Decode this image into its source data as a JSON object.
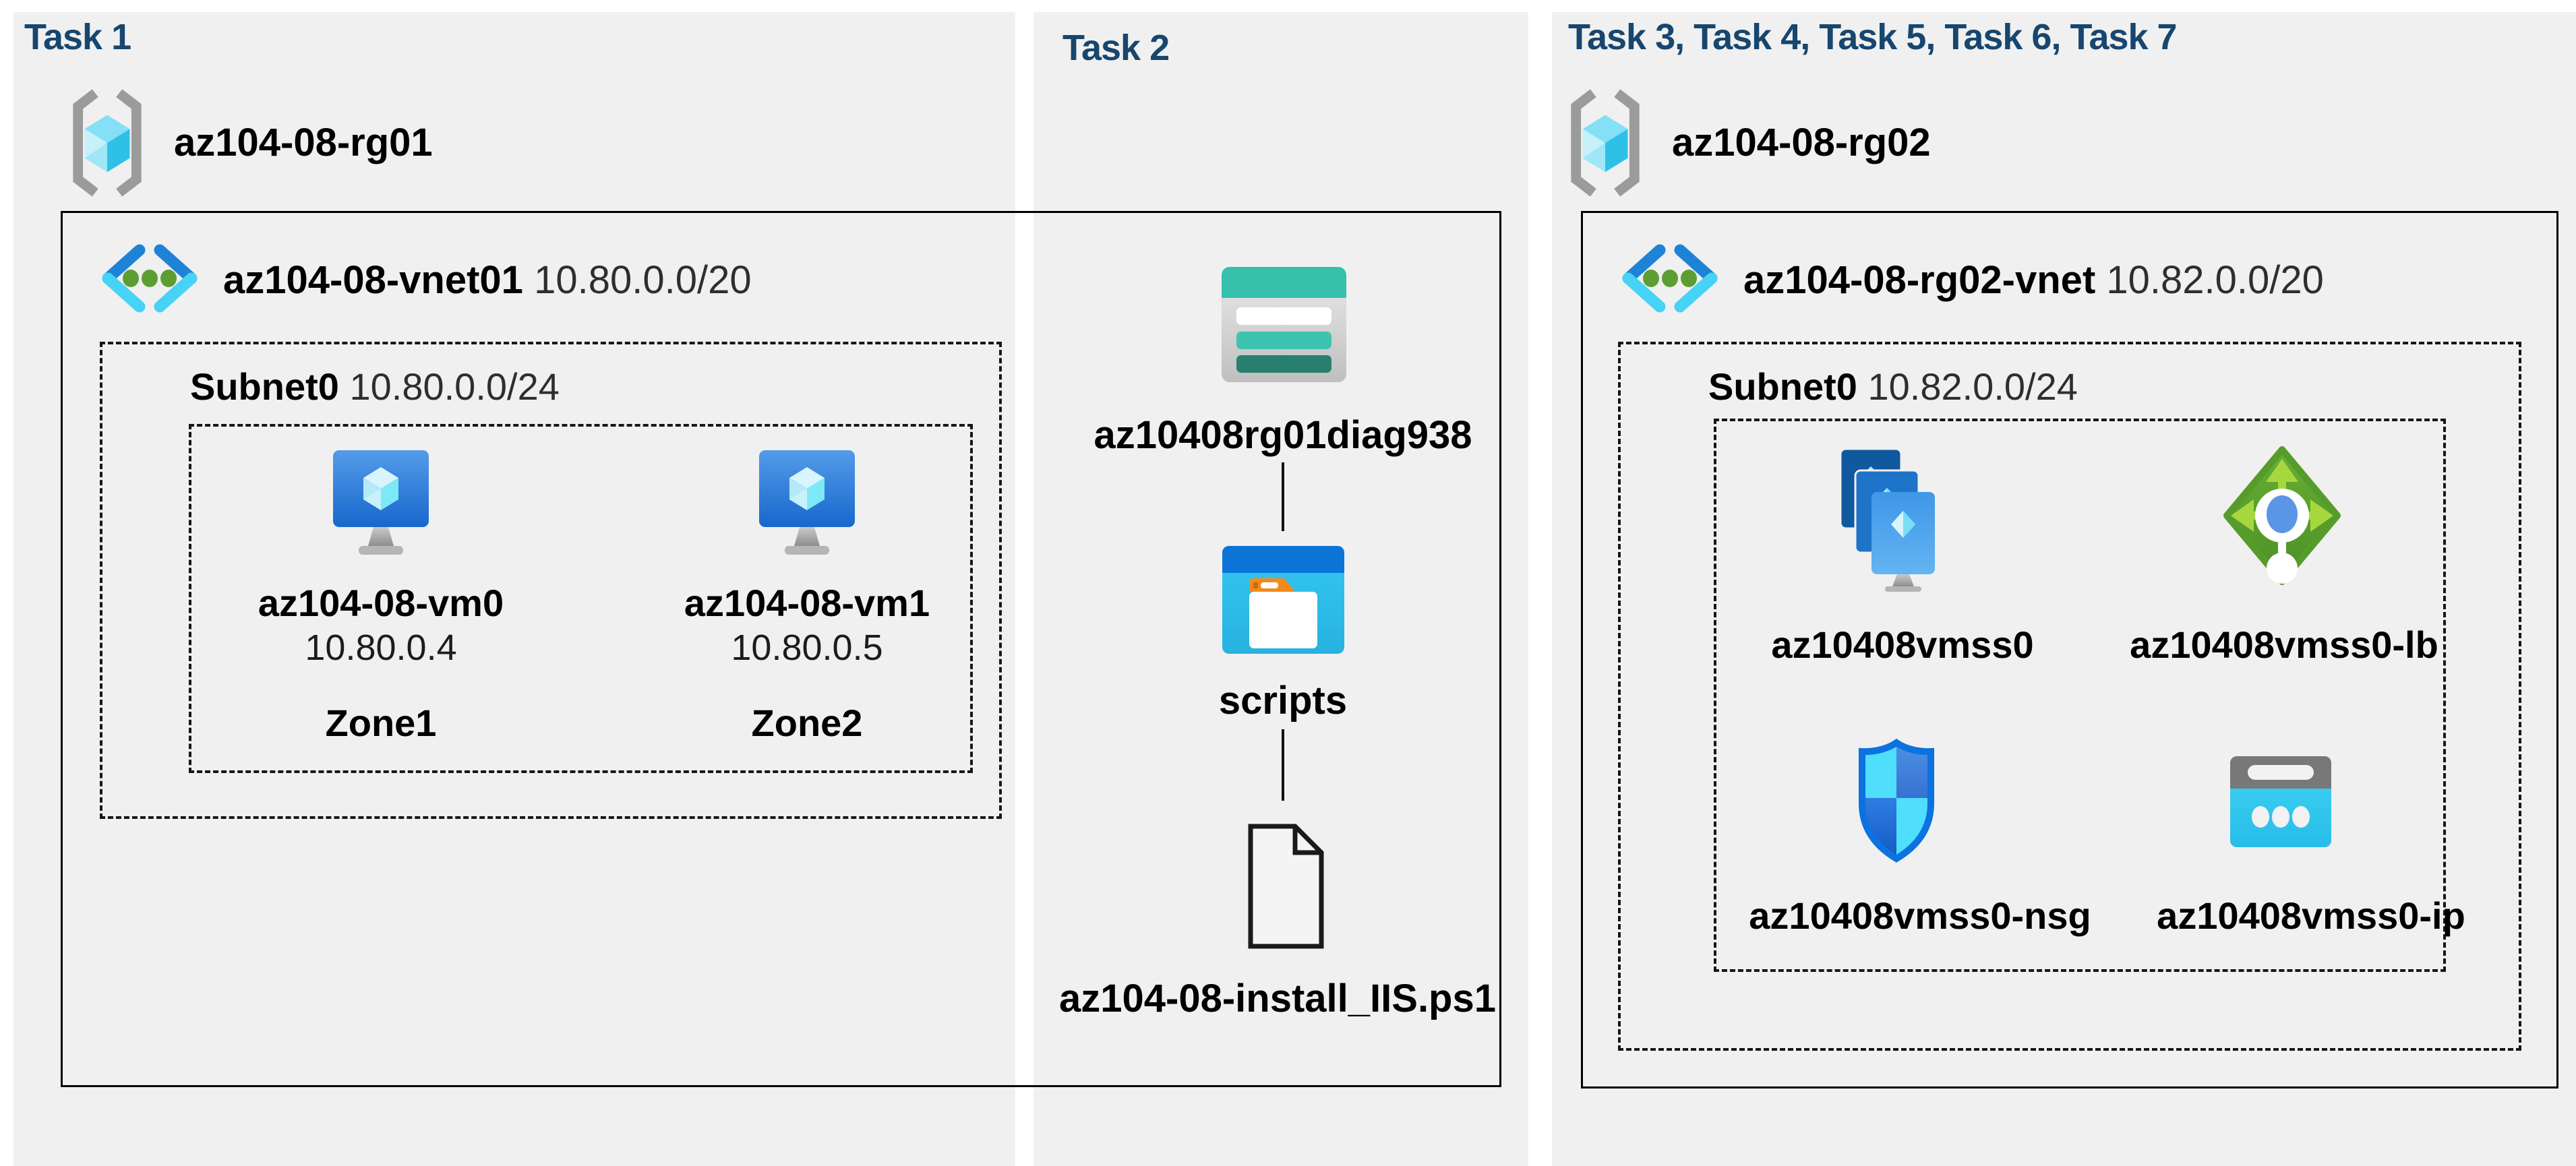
{
  "palette": {
    "background": "#ffffff",
    "panel": "#f0f0f0",
    "header_text": "#17466e",
    "diagram_text": "#000000",
    "box_border": "#000000"
  },
  "task1": {
    "header": "Task 1",
    "resource_group": {
      "name": "az104-08-rg01",
      "icon": "resource-group-icon"
    },
    "vnet": {
      "name": "az104-08-vnet01",
      "cidr": "10.80.0.0/20",
      "icon": "virtual-network-icon"
    },
    "subnet": {
      "name": "Subnet0",
      "cidr": "10.80.0.0/24"
    },
    "vms": [
      {
        "name": "az104-08-vm0",
        "ip": "10.80.0.4",
        "zone": "Zone1",
        "icon": "virtual-machine-icon"
      },
      {
        "name": "az104-08-vm1",
        "ip": "10.80.0.5",
        "zone": "Zone2",
        "icon": "virtual-machine-icon"
      }
    ]
  },
  "task2": {
    "header": "Task 2",
    "storage_account": {
      "name": "az10408rg01diag938",
      "icon": "storage-account-icon"
    },
    "container": {
      "name": "scripts",
      "icon": "blob-container-icon"
    },
    "file": {
      "name": "az104-08-install_IIS.ps1",
      "icon": "file-icon"
    }
  },
  "task3": {
    "header": "Task 3, Task 4, Task 5, Task 6, Task 7",
    "resource_group": {
      "name": "az104-08-rg02",
      "icon": "resource-group-icon"
    },
    "vnet": {
      "name": "az104-08-rg02-vnet",
      "cidr": "10.82.0.0/20",
      "icon": "virtual-network-icon"
    },
    "subnet": {
      "name": "Subnet0",
      "cidr": "10.82.0.0/24"
    },
    "resources": [
      {
        "name": "az10408vmss0",
        "icon": "vm-scale-set-icon"
      },
      {
        "name": "az10408vmss0-lb",
        "icon": "load-balancer-icon"
      },
      {
        "name": "az10408vmss0-nsg",
        "icon": "network-security-group-icon"
      },
      {
        "name": "az10408vmss0-ip",
        "icon": "public-ip-icon"
      }
    ]
  }
}
